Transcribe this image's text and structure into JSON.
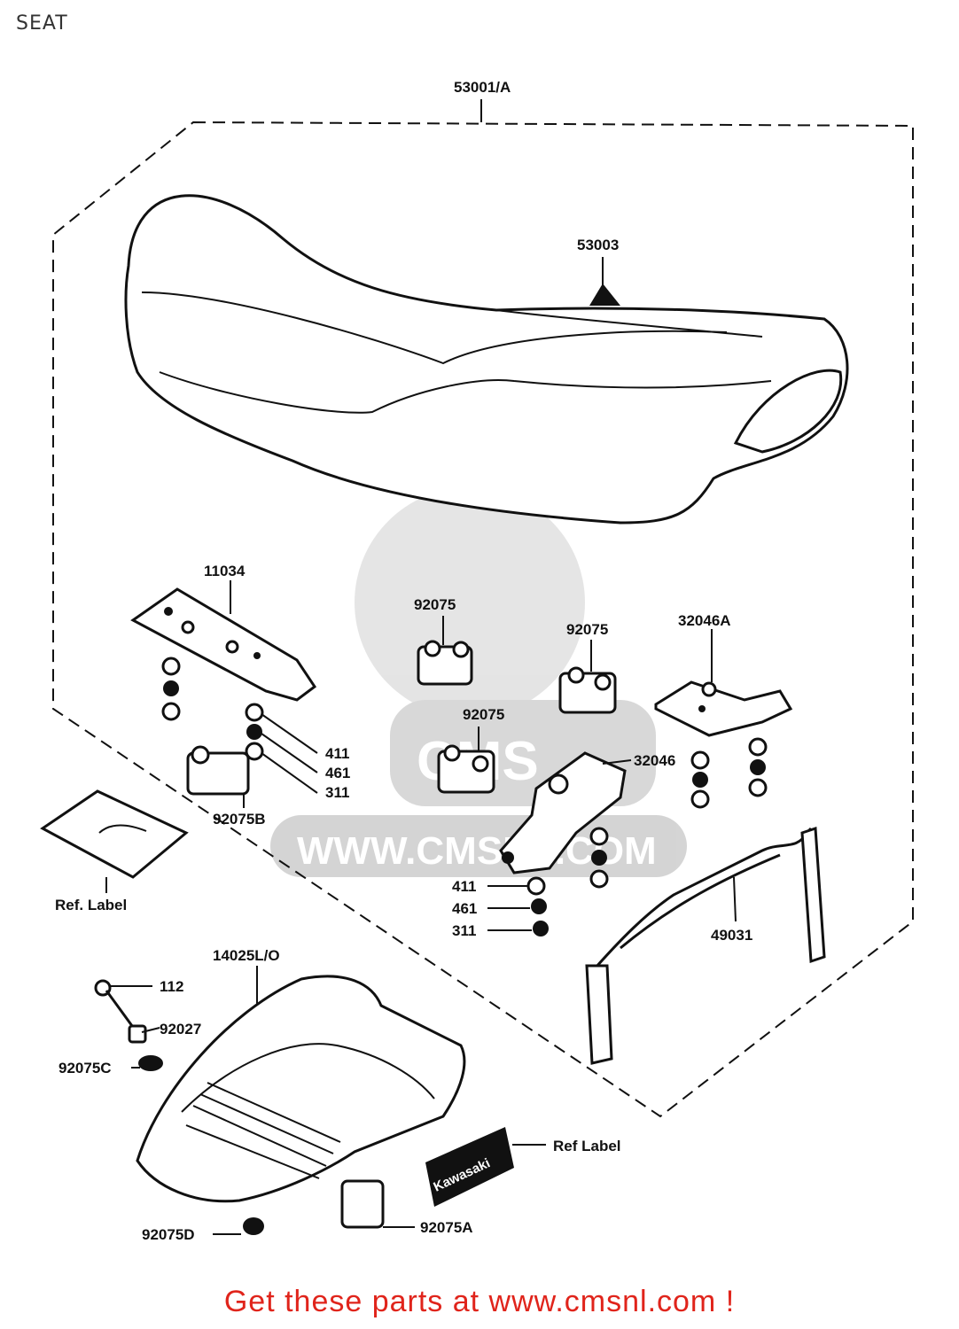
{
  "page": {
    "title": "SEAT"
  },
  "watermark": {
    "text": "WWW.CMSNL.COM",
    "logo": "CMS",
    "color": "#cfcfcf"
  },
  "parts": {
    "seat_assembly": "53001/A",
    "seat_cover": "53003",
    "plate": "11034",
    "damper_1": "92075",
    "damper_2": "92075",
    "damper_3": "92075",
    "damper_b": "92075B",
    "bracket_a": "32046A",
    "bracket": "32046",
    "washer_left": "411",
    "lockwasher_left": "461",
    "nut_left": "311",
    "washer_right": "411",
    "lockwasher_right": "461",
    "nut_right": "311",
    "ref_label_left": "Ref. Label",
    "rail": "49031",
    "tail_cover": "14025L/O",
    "bolt": "112",
    "collar": "92027",
    "damper_c": "92075C",
    "damper_d": "92075D",
    "damper_a": "92075A",
    "ref_label_right": "Ref   Label",
    "emblem": "Kawasaki"
  },
  "footer": {
    "cta": "Get these parts at www.cmsnl.com !",
    "color": "#e0241b"
  }
}
